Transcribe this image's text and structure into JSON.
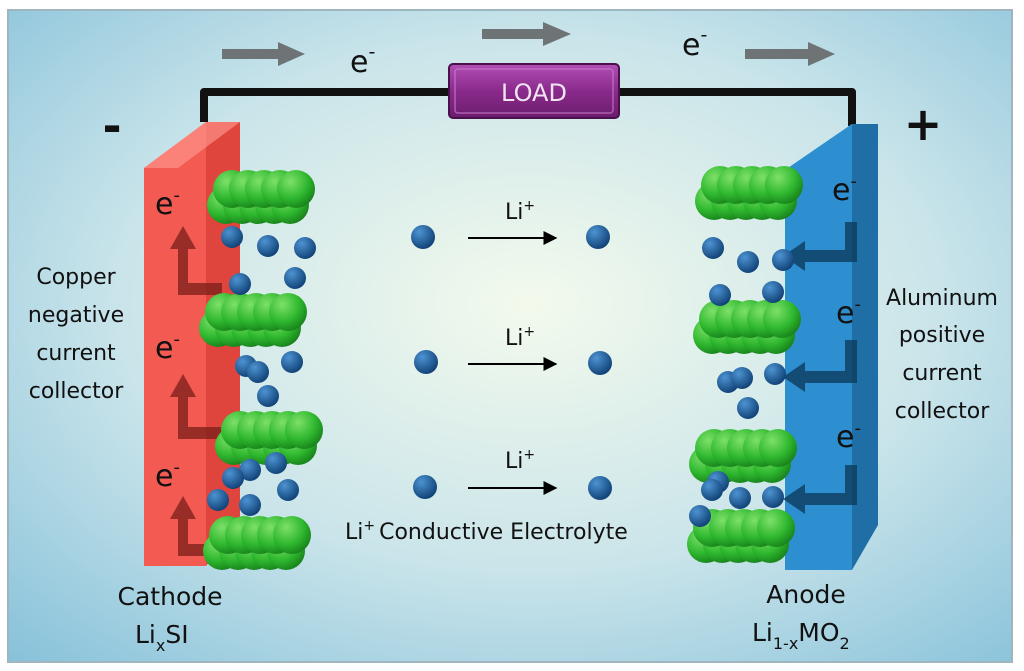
{
  "circuit": {
    "load_label": "LOAD",
    "electron_base": "e",
    "electron_sup": "-",
    "negative_sign": "-",
    "positive_sign": "+"
  },
  "ions": {
    "li_base": "Li",
    "li_sup": "+",
    "electrolyte_label": "Conductive Electrolyte"
  },
  "left": {
    "collector_lines": [
      "Copper",
      "negative",
      "current",
      "collector"
    ],
    "electrode_name": "Cathode",
    "formula_base": "Li",
    "formula_sub": "x",
    "formula_tail": "SI"
  },
  "right": {
    "collector_lines": [
      "Aluminum",
      "positive",
      "current",
      "collector"
    ],
    "electrode_name": "Anode",
    "formula_base": "Li",
    "formula_sub": "1-x",
    "formula_tail": "MO",
    "formula_sub2": "2"
  },
  "colors": {
    "copper_plate": "#f25a52",
    "aluminum_plate": "#2e8fd0",
    "graphite_green": "#2fb82f",
    "ion_blue": "#1f5f9e",
    "load_purple": "#8a2a8c",
    "arrow_gray": "#6e7476"
  }
}
